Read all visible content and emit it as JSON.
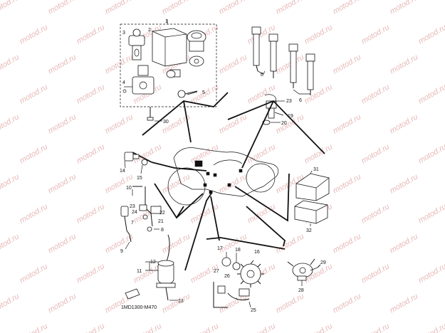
{
  "watermark": "motod.ru",
  "diagram_code": "1MD1300-M470",
  "callouts": {
    "n1": "1",
    "n2": "2",
    "n3": "3",
    "n4": "4",
    "n5": "5",
    "n6a": "6",
    "n6b": "6",
    "n7": "7",
    "n8": "8",
    "n9": "9",
    "n10": "10",
    "n11": "11",
    "n12": "12",
    "n13": "13",
    "n14": "14",
    "n15": "15",
    "n16": "16",
    "n17": "17",
    "n18": "18",
    "n19": "19",
    "n20": "20",
    "n21": "21",
    "n22": "22",
    "n23a": "23",
    "n23b": "23",
    "n24": "24",
    "n25": "25",
    "n26": "26",
    "n27": "27",
    "n28": "28",
    "n29": "29",
    "n30": "30",
    "n31": "31",
    "n32": "32"
  }
}
